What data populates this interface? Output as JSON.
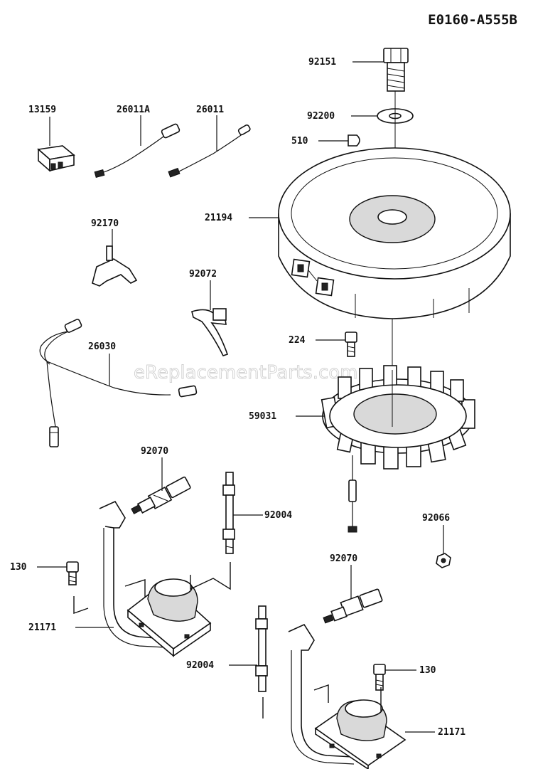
{
  "diagram": {
    "diagram_code": "E0160-A555B",
    "watermark": "eReplacementParts.com",
    "part_labels": {
      "p92151": "92151",
      "p13159": "13159",
      "p26011A": "26011A",
      "p26011": "26011",
      "p92200": "92200",
      "p510": "510",
      "p92170": "92170",
      "p21194": "21194",
      "p92072": "92072",
      "p224": "224",
      "p26030": "26030",
      "p59031": "59031",
      "p92070_a": "92070",
      "p92004_a": "92004",
      "p92066": "92066",
      "p130_a": "130",
      "p92070_b": "92070",
      "p21171_a": "21171",
      "p92004_b": "92004",
      "p130_b": "130",
      "p21171_b": "21171"
    }
  }
}
